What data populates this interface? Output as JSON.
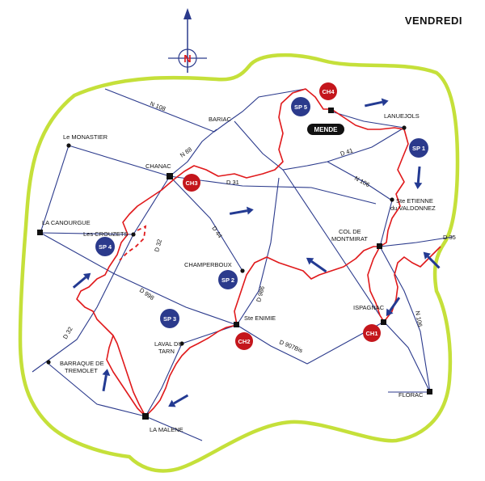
{
  "header": {
    "day": "VENDREDI"
  },
  "compass": {
    "letter": "N"
  },
  "places": {
    "mende": "MENDE",
    "bariac": "BARIAC",
    "lanuejols": "LANUEJOLS",
    "le_monastier": "Le MONASTIER",
    "chanac": "CHANAC",
    "ste_etienne_1": "Ste ETIENNE",
    "ste_etienne_2": "du VALDONNEZ",
    "la_canourgue": "LA CANOURGUE",
    "les_crouzets": "Les CROUZETS",
    "col_1": "COL DE",
    "col_2": "MONTMIRAT",
    "champerboux": "CHAMPERBOUX",
    "ispagnac": "ISPAGNAC",
    "ste_enimie": "Ste ENIMIE",
    "laval_1": "LAVAL DU",
    "laval_2": "TARN",
    "barraque_1": "BARRAQUE DE",
    "barraque_2": "TREMOLET",
    "florac": "FLORAC",
    "la_malene": "LA MALENE"
  },
  "roads": {
    "n108": "N 108",
    "n88": "N 88",
    "d41": "D 41",
    "n106_north": "N 106",
    "d31": "D 31",
    "d35": "D 35",
    "d44": "D 44",
    "d32_north": "D 32",
    "d986": "D 986",
    "d998": "D 998",
    "d32_south": "D 32",
    "d907bis": "D 907Bis",
    "n106_south": "N 106"
  },
  "markers": {
    "sp1": "SP 1",
    "sp2": "SP 2",
    "sp3": "SP 3",
    "sp4": "SP 4",
    "sp5": "SP 5",
    "ch1": "CH1",
    "ch2": "CH2",
    "ch3": "CH3",
    "ch4": "CH4"
  },
  "colors": {
    "boundary": "#c5e03a",
    "road": "#2b3a8c",
    "route": "#e0191b",
    "sp_badge": "#2b3a8c",
    "ch_badge": "#c4161c",
    "arrow": "#233a92"
  }
}
